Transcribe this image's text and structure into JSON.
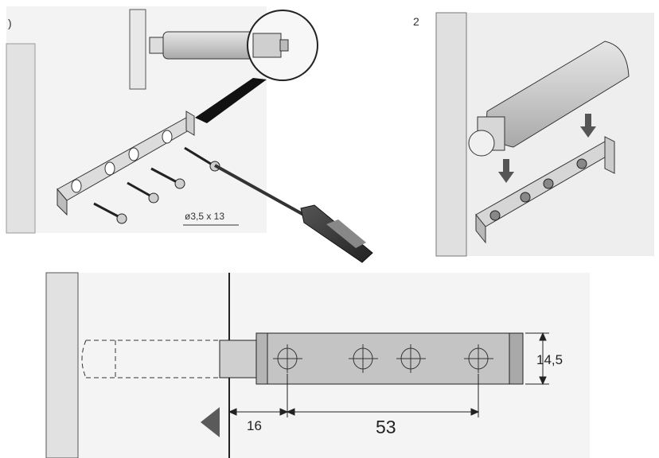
{
  "panel1": {
    "step": ")",
    "screw_label": "ø3,5 x 13"
  },
  "panel2": {
    "step": "2"
  },
  "panel3": {
    "dim_height": "14,5",
    "dim_offset": "16",
    "dim_hole_spacing": "53"
  },
  "colors": {
    "panel_bg": "#eeeeee",
    "part_body": "#cfcfcf",
    "line": "#222222",
    "arrow": "#5a5a5a"
  }
}
